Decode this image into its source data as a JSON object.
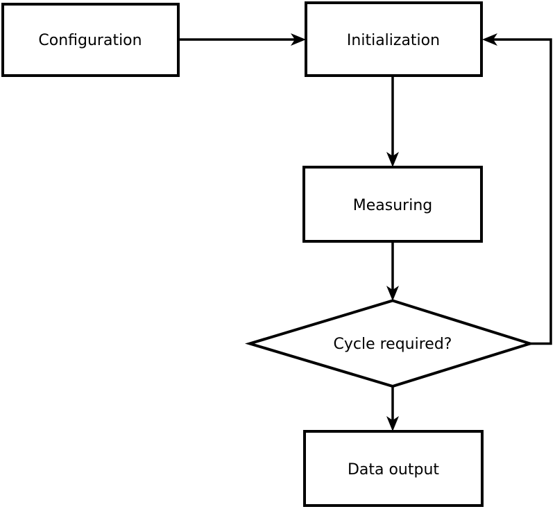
{
  "diagram": {
    "type": "flowchart",
    "background_color": "#ffffff",
    "stroke_color": "#000000",
    "node_fill_color": "#ffffff",
    "text_color": "#000000",
    "nodes": [
      {
        "id": "configuration",
        "shape": "rect",
        "label": "Configuration"
      },
      {
        "id": "initialization",
        "shape": "rect",
        "label": "Initialization"
      },
      {
        "id": "measuring",
        "shape": "rect",
        "label": "Measuring"
      },
      {
        "id": "cycle_required",
        "shape": "diamond",
        "label": "Cycle required?"
      },
      {
        "id": "data_output",
        "shape": "rect",
        "label": "Data output"
      }
    ],
    "edges": [
      {
        "from": "configuration",
        "to": "initialization",
        "route": "right"
      },
      {
        "from": "initialization",
        "to": "measuring",
        "route": "down"
      },
      {
        "from": "measuring",
        "to": "cycle_required",
        "route": "down"
      },
      {
        "from": "cycle_required",
        "to": "data_output",
        "route": "down"
      },
      {
        "from": "cycle_required",
        "to": "initialization",
        "route": "feedback-loop-right-up"
      }
    ]
  }
}
